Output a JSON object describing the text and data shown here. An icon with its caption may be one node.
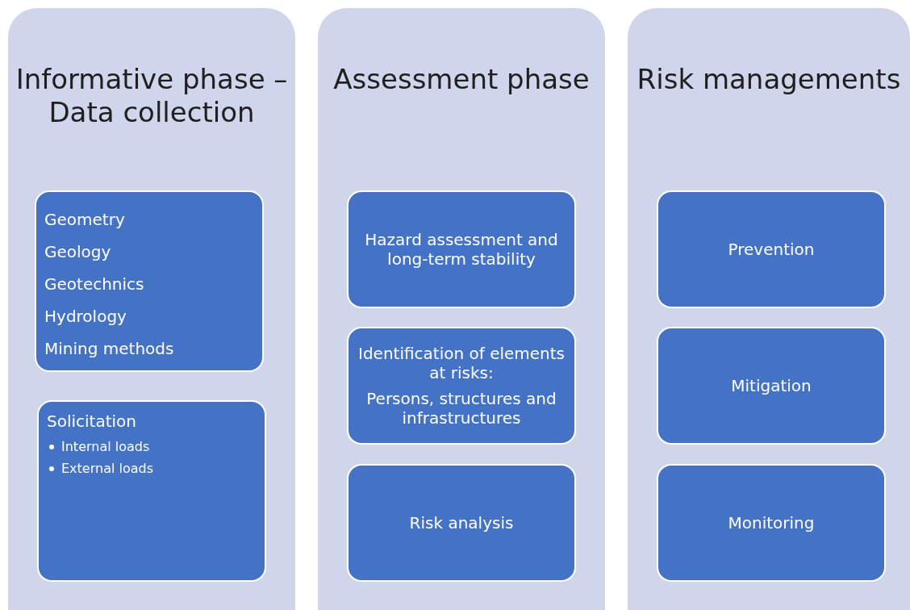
{
  "diagram": {
    "nodes": [
      {
        "text": [
          "Informative phase – Data collection"
        ]
      },
      {
        "text": [
          "Geometry",
          "Geology",
          "Geotechnics",
          "Hydrology",
          "Mining methods"
        ],
        "in": 0
      },
      {
        "text": [
          "Solicitation",
          "Internal loads",
          "External loads"
        ],
        "in": 0
      },
      {
        "text": [
          "Assessment phase"
        ]
      },
      {
        "text": [
          "Hazard assessment and long-term stability"
        ],
        "in": 3
      },
      {
        "text": [
          "Identification of elements at risks:",
          "Persons, structures and infrastructures"
        ],
        "in": 3
      },
      {
        "text": [
          "Risk analysis"
        ],
        "in": 3
      },
      {
        "text": [
          "Risk managements"
        ]
      },
      {
        "text": [
          "Prevention"
        ],
        "in": 7
      },
      {
        "text": [
          "Mitigation"
        ],
        "in": 7
      },
      {
        "text": [
          "Monitoring"
        ],
        "in": 7
      }
    ]
  }
}
